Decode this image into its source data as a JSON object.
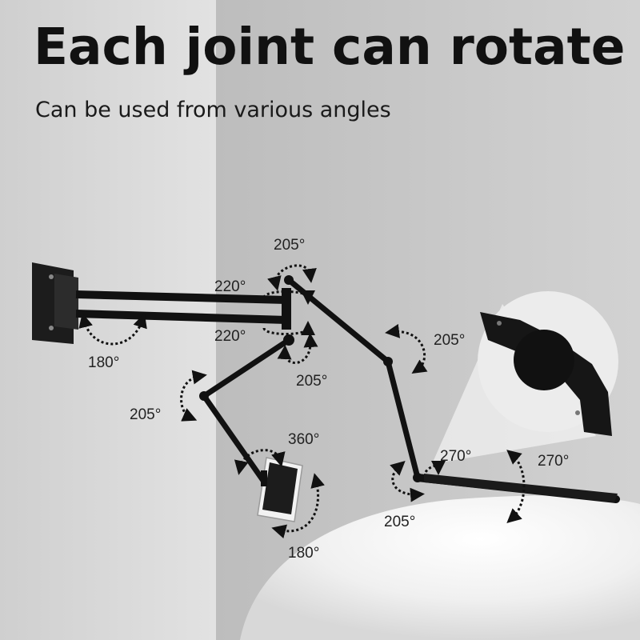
{
  "header": {
    "title": "Each joint can rotate",
    "subtitle": "Can be used from various angles"
  },
  "angles": {
    "top_joint": "205°",
    "upper_swivel": "220°",
    "lower_swivel": "220°",
    "wall_mount": "180°",
    "elbow_right": "205°",
    "elbow_left": "205°",
    "mid_arm_left": "205°",
    "tablet_rotate": "360°",
    "tablet_tilt": "180°",
    "lamp_joint": "270°",
    "lamp_head": "270°",
    "lamp_base": "205°"
  },
  "colors": {
    "arm": "#111111",
    "background": "#d6d6d6",
    "arrow": "#111111"
  }
}
